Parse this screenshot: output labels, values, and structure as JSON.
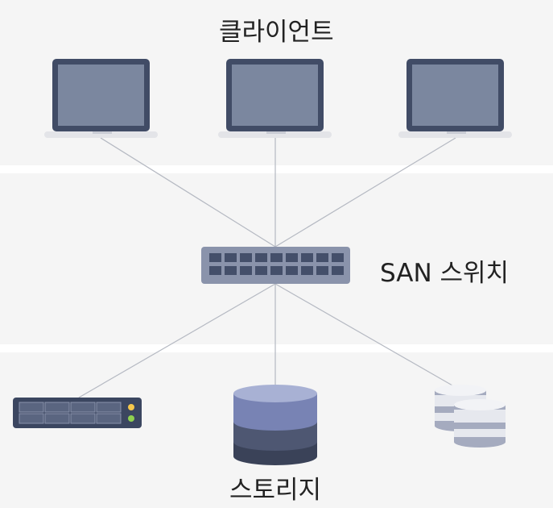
{
  "labels": {
    "clients": "클라이언트",
    "switch": "SAN 스위치",
    "storage": "스토리지"
  },
  "colors": {
    "band_background": "#f5f5f5",
    "laptop_frame": "#414c66",
    "laptop_screen": "#7b879f",
    "laptop_base": "#e3e4e8",
    "switch_body": "#8a93ab",
    "switch_port": "#444f6a",
    "rack_body": "#3b4660",
    "rack_led_yellow": "#f6c84c",
    "rack_led_green": "#8fd14f",
    "db_top": "#a8b1d4",
    "db_mid": "#7883b4",
    "db_lower": "#4e5772",
    "db_bottom": "#3a4258",
    "disk_light": "#e6e8ee",
    "disk_mid": "#a5abbf",
    "link_line": "#b5b9c2"
  }
}
